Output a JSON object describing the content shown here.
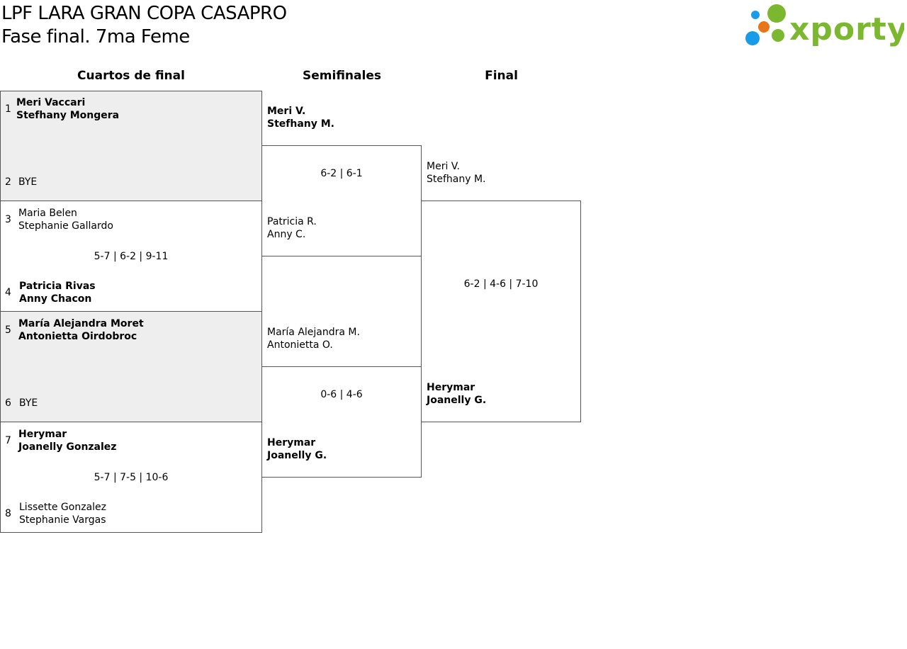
{
  "header": {
    "title_line1": "LPF LARA GRAN COPA CASAPRO",
    "title_line2": "Fase final. 7ma Feme",
    "logo_text": "xporty",
    "logo_colors": [
      "#1a9be6",
      "#e8751a",
      "#7cb82f"
    ]
  },
  "rounds": [
    "Cuartos de final",
    "Semifinales",
    "Final"
  ],
  "quarterfinals": [
    {
      "top": {
        "seed": "1",
        "line1": "Meri Vaccari",
        "line2": "Stefhany Mongera",
        "winner": true
      },
      "bottom": {
        "seed": "2",
        "line1": "BYE",
        "line2": "",
        "winner": false
      },
      "score": "",
      "bye": true
    },
    {
      "top": {
        "seed": "3",
        "line1": "Maria Belen",
        "line2": "Stephanie Gallardo",
        "winner": false
      },
      "bottom": {
        "seed": "4",
        "line1": "Patricia Rivas",
        "line2": "Anny Chacon",
        "winner": true
      },
      "score": "5-7 | 6-2 | 9-11",
      "bye": false
    },
    {
      "top": {
        "seed": "5",
        "line1": "María Alejandra Moret",
        "line2": "Antonietta Oirdobroc",
        "winner": true
      },
      "bottom": {
        "seed": "6",
        "line1": "BYE",
        "line2": "",
        "winner": false
      },
      "score": "",
      "bye": true
    },
    {
      "top": {
        "seed": "7",
        "line1": "Herymar",
        "line2": "Joanelly Gonzalez",
        "winner": true
      },
      "bottom": {
        "seed": "8",
        "line1": "Lissette Gonzalez",
        "line2": "Stephanie Vargas",
        "winner": false
      },
      "score": "5-7 | 7-5 | 10-6",
      "bye": false
    }
  ],
  "semifinals": [
    {
      "top": {
        "line1": "Meri V.",
        "line2": "Stefhany M.",
        "winner": true
      },
      "bottom": {
        "line1": "Patricia R.",
        "line2": "Anny C.",
        "winner": false
      },
      "score": "6-2 | 6-1"
    },
    {
      "top": {
        "line1": "María Alejandra M.",
        "line2": "Antonietta O.",
        "winner": false
      },
      "bottom": {
        "line1": "Herymar",
        "line2": "Joanelly G.",
        "winner": true
      },
      "score": "0-6 | 4-6"
    }
  ],
  "final": {
    "top": {
      "line1": "Meri V.",
      "line2": "Stefhany M.",
      "winner": false
    },
    "bottom": {
      "line1": "Herymar",
      "line2": "Joanelly G.",
      "winner": true
    },
    "score": "6-2 | 4-6 | 7-10"
  }
}
